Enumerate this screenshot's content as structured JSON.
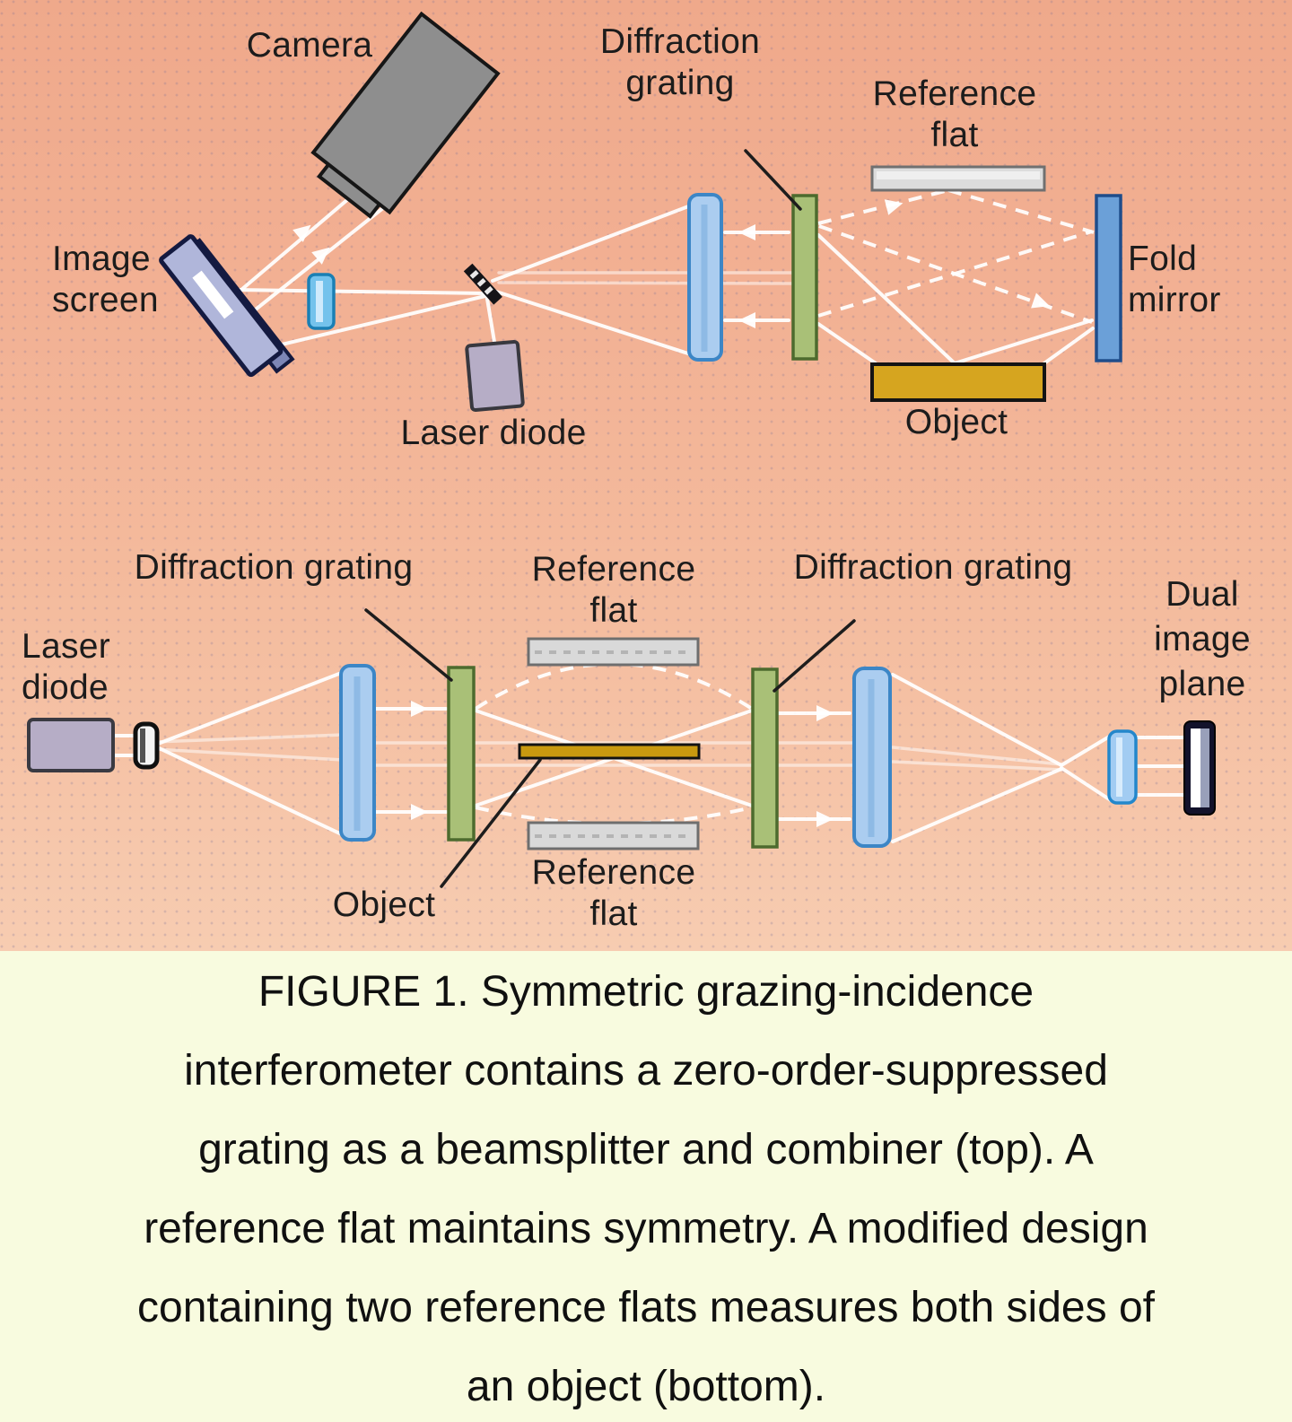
{
  "figure": {
    "caption": {
      "lines": [
        "FIGURE 1. Symmetric grazing-incidence",
        "interferometer contains a zero-order-suppressed",
        "grating as a beamsplitter and combiner (top). A",
        "reference flat maintains symmetry. A modified design",
        "containing two reference flats measures both sides of",
        "an object (bottom)."
      ]
    },
    "top_diagram": {
      "labels": {
        "camera": "Camera",
        "diffraction_grating": "Diffraction\ngrating",
        "reference_flat": "Reference\nflat",
        "fold_mirror": "Fold\nmirror",
        "image_screen": "Image\nscreen",
        "laser_diode": "Laser diode",
        "object": "Object"
      }
    },
    "bottom_diagram": {
      "labels": {
        "laser_diode": "Laser\ndiode",
        "diffraction_grating_1": "Diffraction grating",
        "reference_flat_top": "Reference\nflat",
        "diffraction_grating_2": "Diffraction grating",
        "dual_image_plane": "Dual\nimage\nplane",
        "object": "Object",
        "reference_flat_bottom": "Reference\nflat"
      }
    },
    "colors": {
      "background_top": "#efa98b",
      "background_bottom": "#f7ccb1",
      "caption_background": "#f8fbdf",
      "grating_green": "#a9c077",
      "lens_blue": "#abcdf0",
      "fold_mirror_blue": "#6ba0d8",
      "reference_flat_gray": "#d9d9d9",
      "object_gold": "#d6a51f",
      "laser_diode_purple": "#b6adc6",
      "camera_gray": "#8e8e8e",
      "image_screen_periwinkle": "#b0b6da",
      "beam_white": "#ffffff",
      "label_text": "#1c1c1c"
    }
  }
}
